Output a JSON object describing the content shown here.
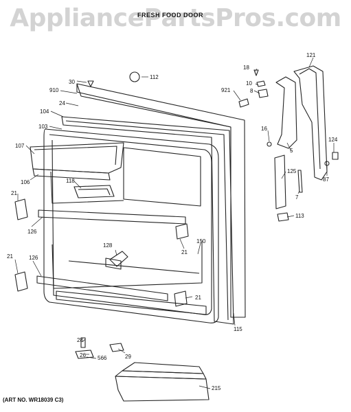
{
  "watermark": "AppliancePartsPros.com",
  "title": "FRESH FOOD DOOR",
  "art_number": "(ART NO. WR18039 C3)",
  "part_labels": [
    "30",
    "112",
    "910",
    "24",
    "104",
    "103",
    "107",
    "106",
    "118",
    "21",
    "126",
    "128",
    "150",
    "21",
    "21",
    "126",
    "21",
    "28",
    "26",
    "566",
    "29",
    "215",
    "115",
    "18",
    "10",
    "8",
    "921",
    "16",
    "5",
    "121",
    "124",
    "125",
    "87",
    "7",
    "113"
  ]
}
